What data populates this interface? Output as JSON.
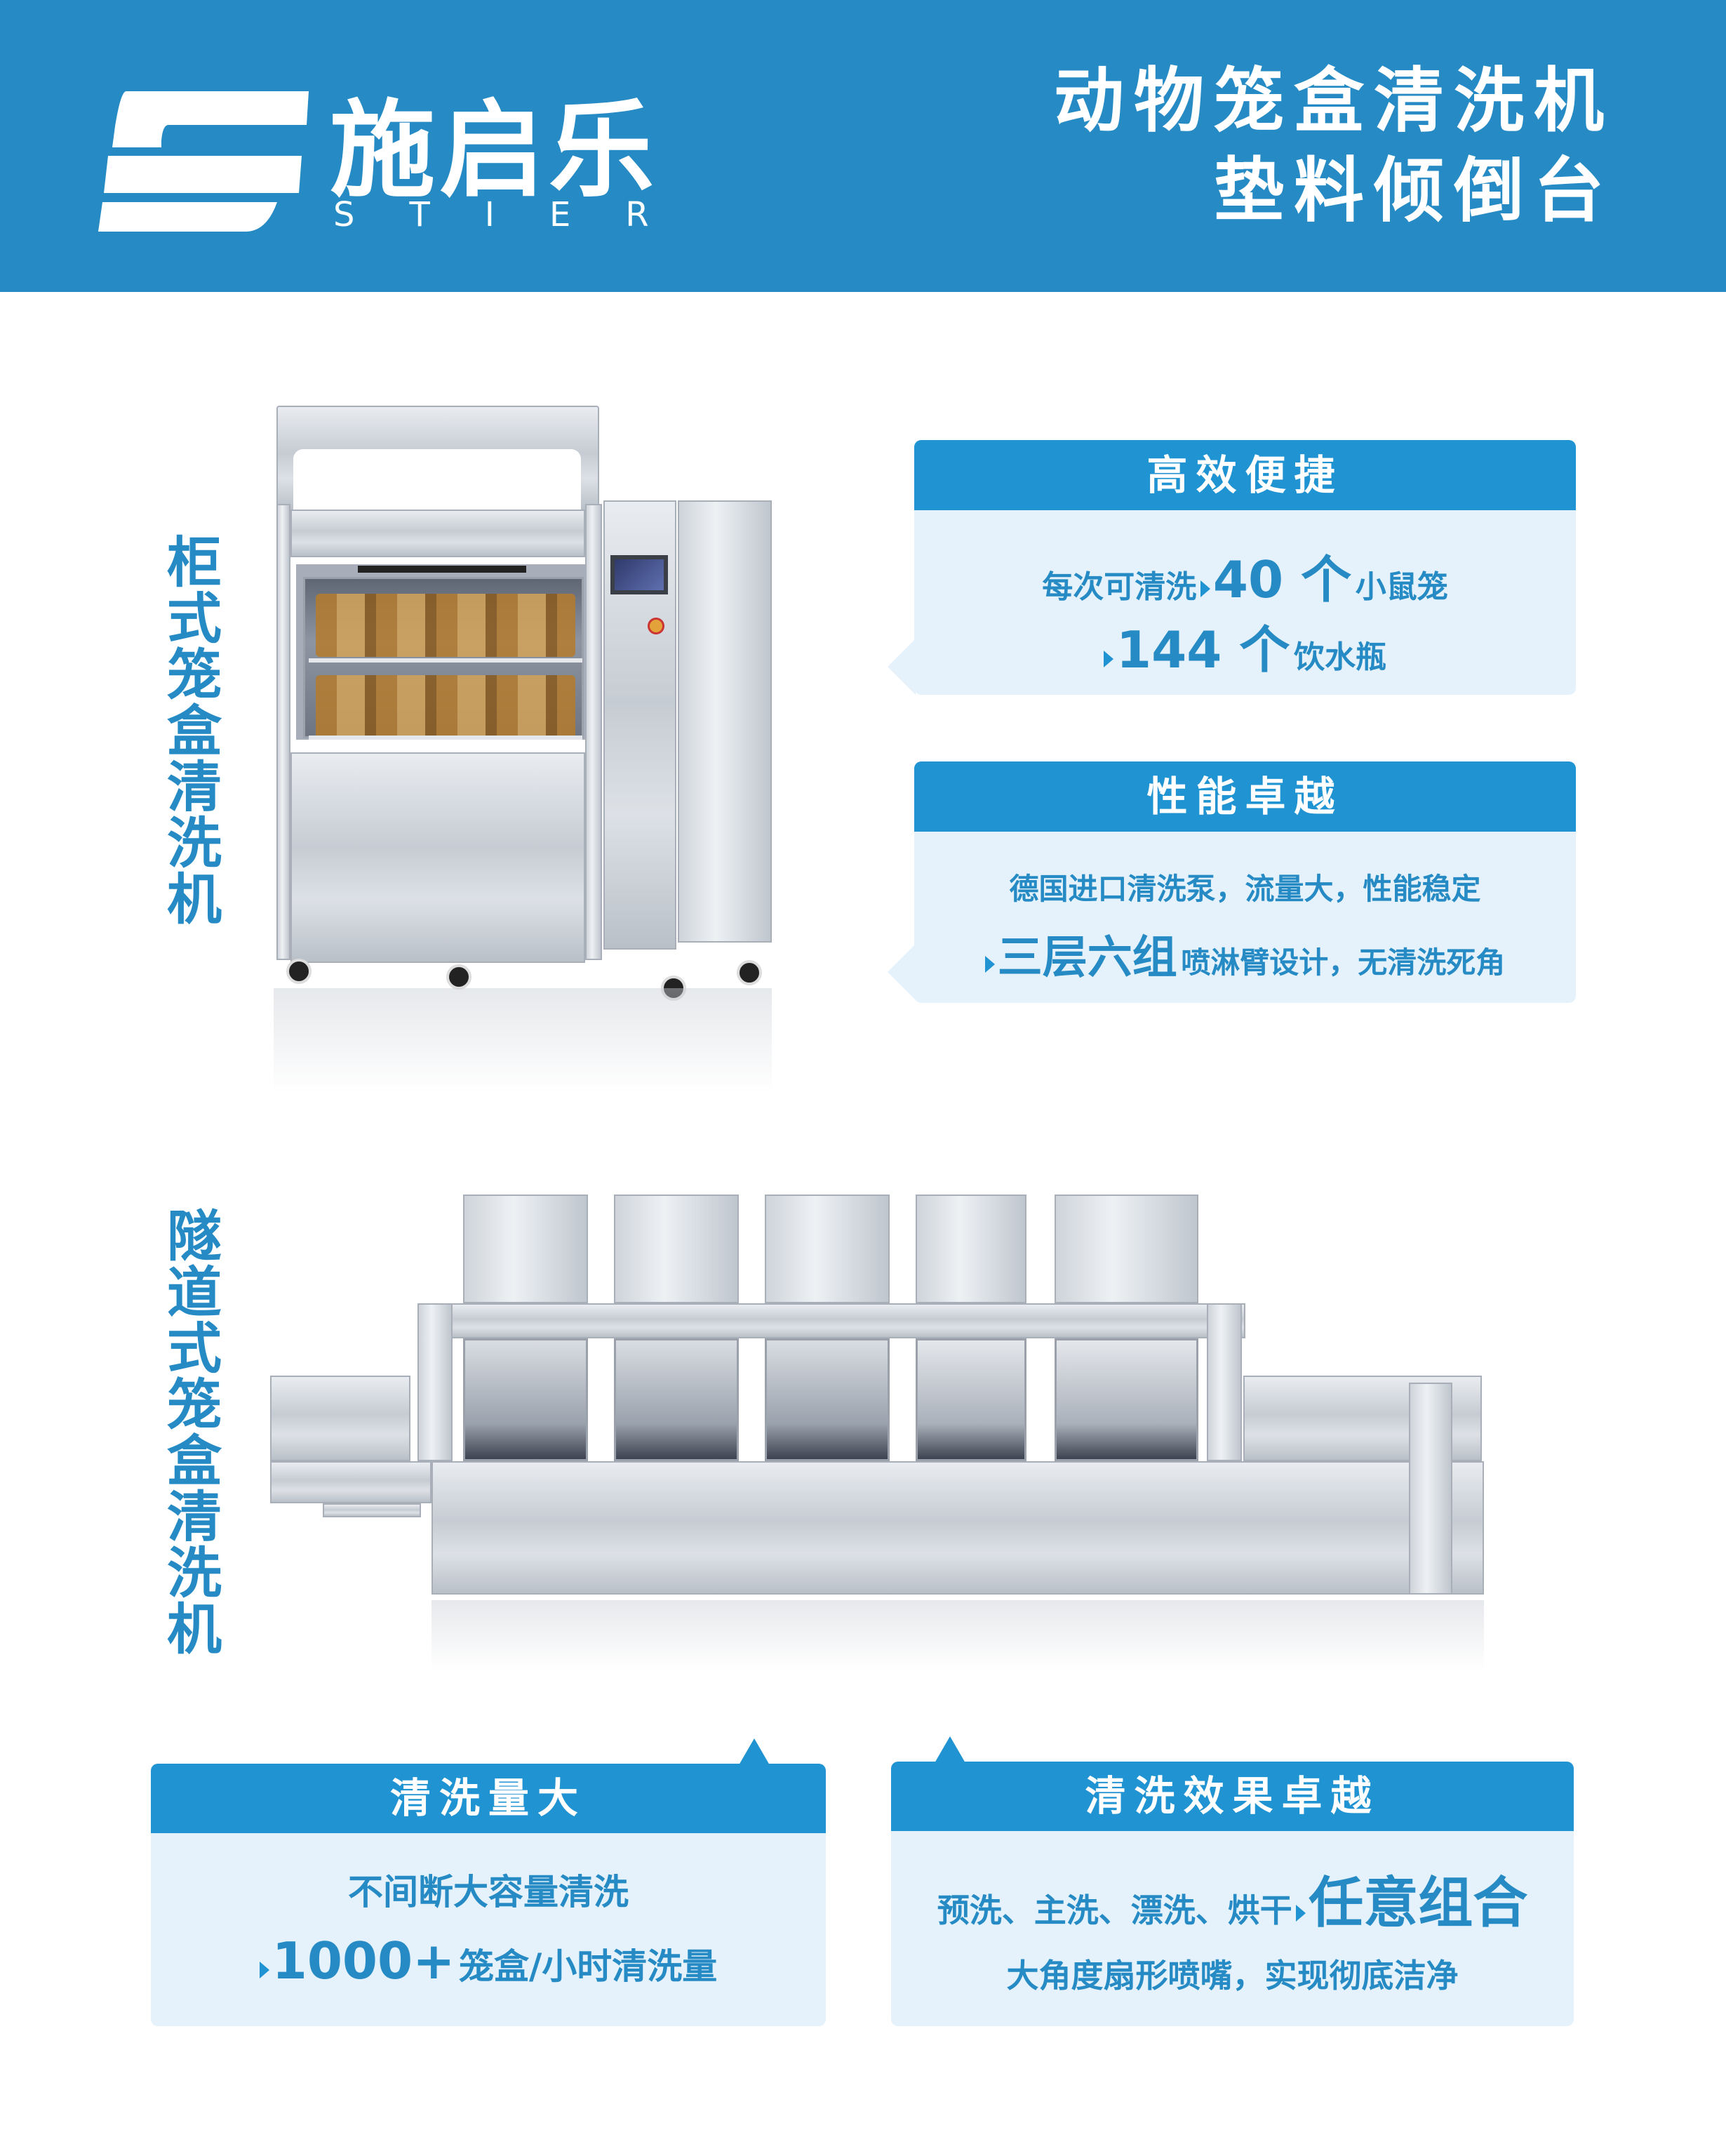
{
  "header": {
    "brand_cn": "施启乐",
    "brand_en": "STIER",
    "title_line1": "动物笼盒清洗机",
    "title_line2": "垫料倾倒台",
    "bg_color": "#268bc5"
  },
  "sections": [
    {
      "label": "柜式笼盒清洗机",
      "image": "cabinet-cage-washer",
      "features": [
        {
          "title": "高效便捷",
          "lines": [
            {
              "prefix": "每次可清洗",
              "highlight": "40 个",
              "suffix": "小鼠笼"
            },
            {
              "prefix": "",
              "highlight": "144 个",
              "suffix": "饮水瓶"
            }
          ]
        },
        {
          "title": "性能卓越",
          "lines": [
            {
              "prefix": "德国进口清洗泵，流量大，性能稳定",
              "highlight": "",
              "suffix": ""
            },
            {
              "prefix": "",
              "highlight": "三层六组",
              "suffix": "喷淋臂设计，无清洗死角"
            }
          ]
        }
      ]
    },
    {
      "label": "隧道式笼盒清洗机",
      "image": "tunnel-cage-washer",
      "features": [
        {
          "title": "清洗量大",
          "lines": [
            {
              "prefix": "不间断大容量清洗",
              "highlight": "",
              "suffix": ""
            },
            {
              "prefix": "",
              "highlight": "1000+",
              "suffix": "笼盒/小时清洗量"
            }
          ]
        },
        {
          "title": "清洗效果卓越",
          "lines": [
            {
              "prefix": "预洗、主洗、漂洗、烘干",
              "highlight": "任意组合",
              "suffix": ""
            },
            {
              "prefix": "大角度扇形喷嘴，实现彻底洁净",
              "highlight": "",
              "suffix": ""
            }
          ]
        }
      ]
    }
  ],
  "colors": {
    "accent": "#2093d2",
    "text_blue": "#268bc5",
    "box_body": "#e5f2fb"
  }
}
